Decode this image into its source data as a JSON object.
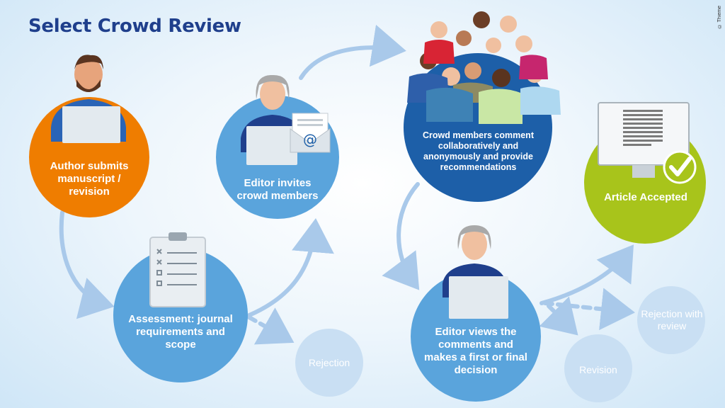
{
  "title": "Select Crowd Review",
  "credit": "© Thieme",
  "nodes": {
    "author": "Author submits manuscript / revision",
    "assessment": "Assessment: journal requirements and scope",
    "rejection1": "Rejection",
    "editor_invites": "Editor invites crowd members",
    "crowd": "Crowd members comment collaboratively and anonymously and provide recommendations",
    "editor_views": "Editor views the comments and makes a first or final decision",
    "accepted": "Article Accepted",
    "rejection_review": "Rejection with review",
    "revision": "Revision"
  },
  "colors": {
    "orange": "#ef7d00",
    "mid_blue": "#5aa4dc",
    "dark_blue": "#1d5fa8",
    "green": "#a8c41b",
    "pale": "#c9dff3",
    "arrow": "#a9c9ea"
  },
  "icons": [
    "email-icon",
    "checkmark-icon",
    "clipboard-icon",
    "monitor-icon",
    "laptop-icon"
  ]
}
